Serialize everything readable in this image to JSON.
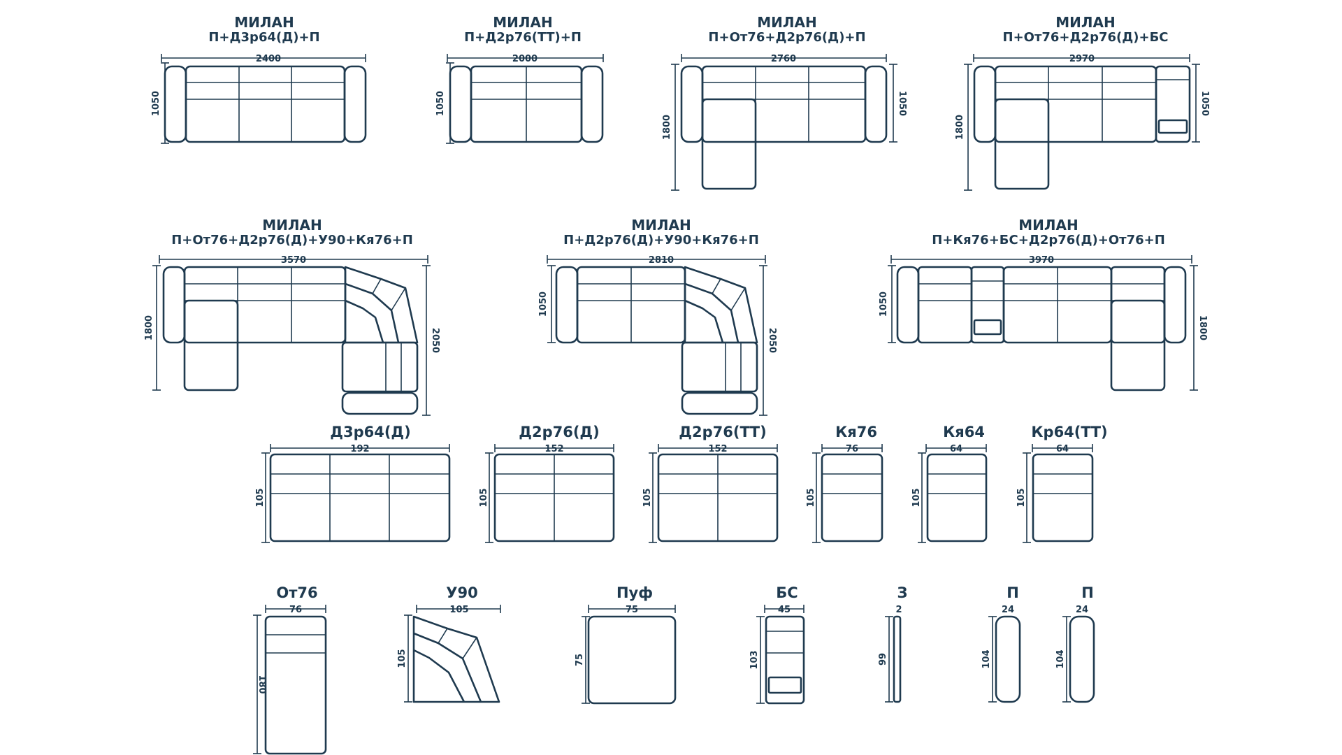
{
  "sets": [
    {
      "name": "МИЛАН",
      "code": "П+Д3р64(Д)+П",
      "width": "2400",
      "depth": "1050"
    },
    {
      "name": "МИЛАН",
      "code": "П+Д2р76(ТТ)+П",
      "width": "2000",
      "depth": "1050"
    },
    {
      "name": "МИЛАН",
      "code": "П+От76+Д2р76(Д)+П",
      "width": "2760",
      "depth_left": "1800",
      "depth_right": "1050"
    },
    {
      "name": "МИЛАН",
      "code": "П+От76+Д2р76(Д)+БС",
      "width": "2970",
      "depth_left": "1800",
      "depth_right": "1050"
    },
    {
      "name": "МИЛАН",
      "code": "П+От76+Д2р76(Д)+У90+Кя76+П",
      "width": "3570",
      "depth_left": "1800",
      "depth_right": "2050"
    },
    {
      "name": "МИЛАН",
      "code": "П+Д2р76(Д)+У90+Кя76+П",
      "width": "2810",
      "depth_left": "1050",
      "depth_right": "2050"
    },
    {
      "name": "МИЛАН",
      "code": "П+Кя76+БС+Д2р76(Д)+От76+П",
      "width": "3970",
      "depth_left": "1050",
      "depth_right": "1800"
    }
  ],
  "modules": [
    {
      "name": "Д3р64(Д)",
      "width": "192",
      "depth": "105"
    },
    {
      "name": "Д2р76(Д)",
      "width": "152",
      "depth": "105"
    },
    {
      "name": "Д2р76(ТТ)",
      "width": "152",
      "depth": "105"
    },
    {
      "name": "Кя76",
      "width": "76",
      "depth": "105"
    },
    {
      "name": "Кя64",
      "width": "64",
      "depth": "105"
    },
    {
      "name": "Кр64(ТТ)",
      "width": "64",
      "depth": "105"
    },
    {
      "name": "От76",
      "width": "76",
      "depth": "180"
    },
    {
      "name": "У90",
      "width": "105",
      "depth": "105"
    },
    {
      "name": "Пуф",
      "width": "75",
      "depth": "75"
    },
    {
      "name": "БС",
      "width": "45",
      "depth": "103"
    },
    {
      "name": "З",
      "width": "2",
      "depth": "99"
    },
    {
      "name": "П",
      "width": "24",
      "depth": "104"
    },
    {
      "name": "П",
      "width": "24",
      "depth": "104"
    }
  ]
}
